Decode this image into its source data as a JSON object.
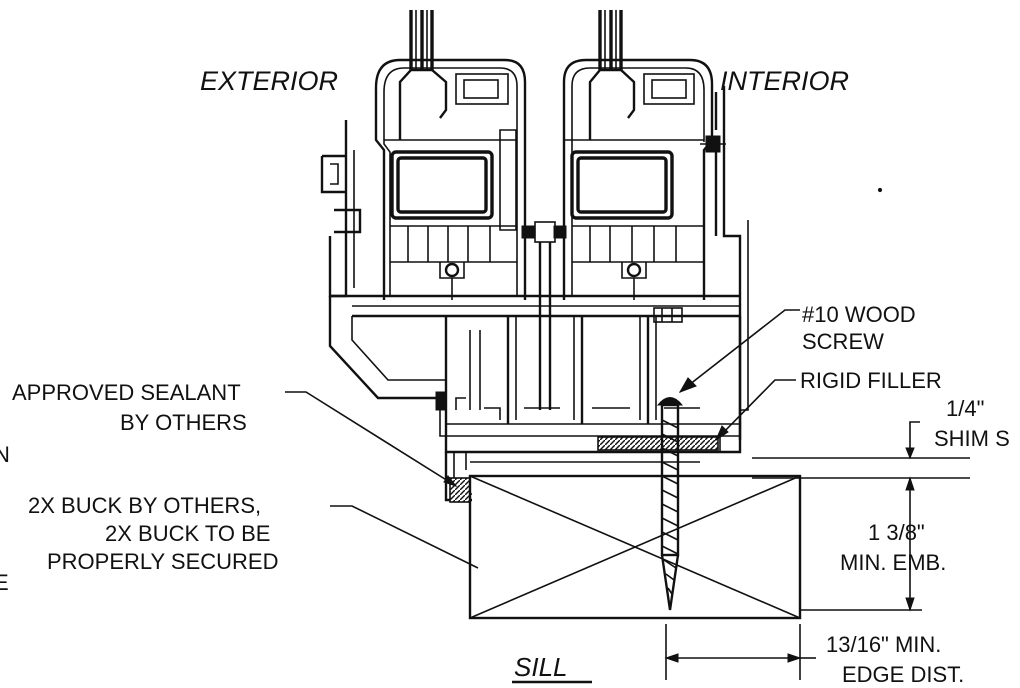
{
  "labels": {
    "exterior": "EXTERIOR",
    "interior": "INTERIOR",
    "wood_screw_line1": "#10 WOOD",
    "wood_screw_line2": "SCREW",
    "rigid_filler": "RIGID FILLER",
    "shim_line1": "1/4\"",
    "shim_line2": "SHIM S",
    "sealant_line1": "APPROVED SEALANT",
    "sealant_line2": "BY OTHERS",
    "buck_line1": "2X BUCK BY OTHERS,",
    "buck_line2": "2X BUCK TO BE",
    "buck_line3": "PROPERLY SECURED",
    "embed_line1": "1  3/8\"",
    "embed_line2": "MIN.  EMB.",
    "edge_line1": "13/16\"  MIN.",
    "edge_line2": "EDGE  DIST.",
    "sill": "SILL",
    "cut_n": "N",
    "cut_e": "E"
  }
}
